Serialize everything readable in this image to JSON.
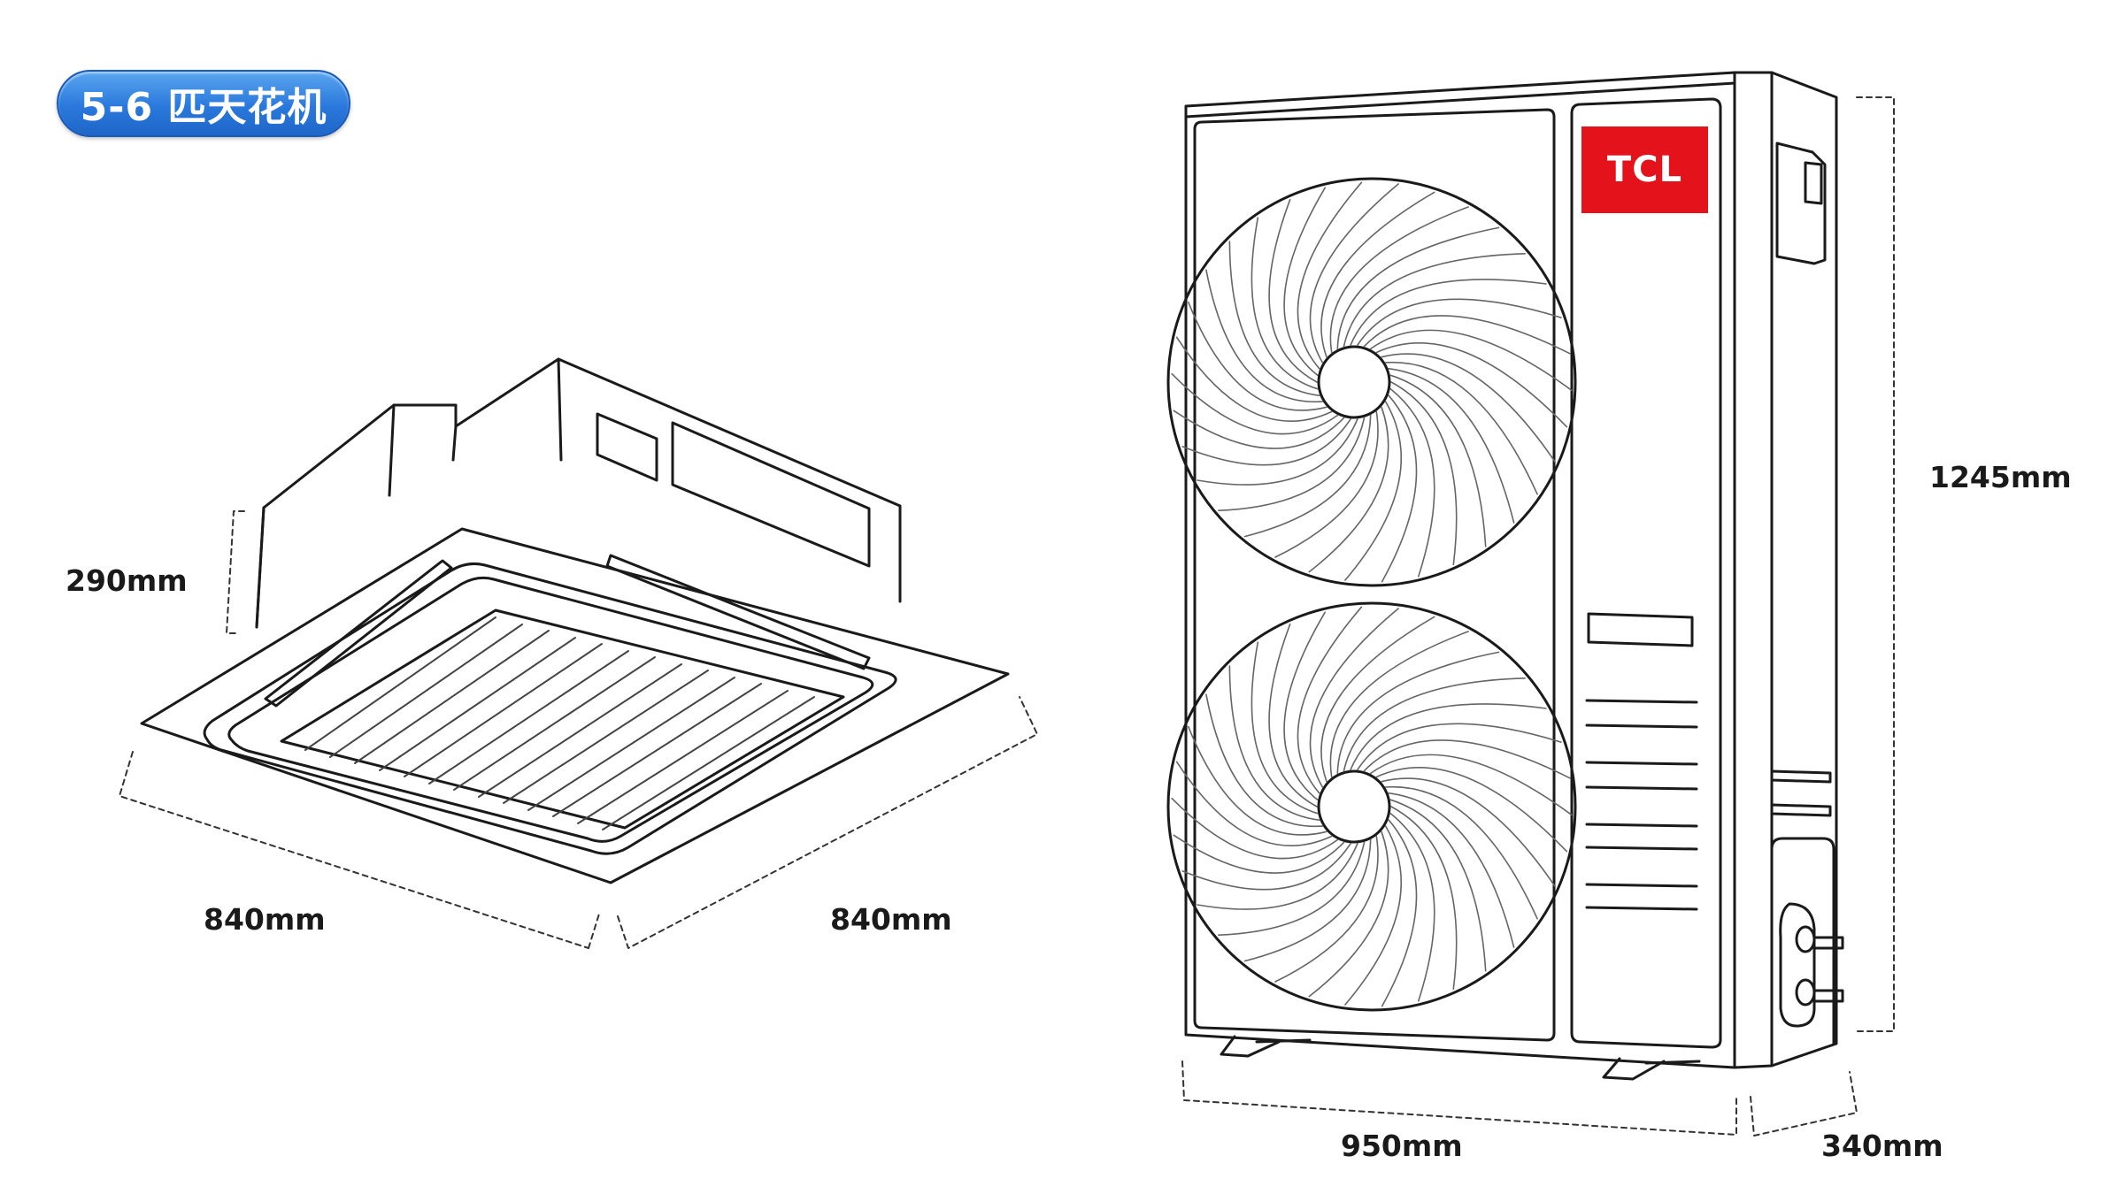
{
  "badge": {
    "label": "5-6 匹天花机"
  },
  "cassette_unit": {
    "height_label": "290mm",
    "length_label": "840mm",
    "width_label": "840mm"
  },
  "outdoor_unit": {
    "brand": "TCL",
    "height_label": "1245mm",
    "width_label": "950mm",
    "depth_label": "340mm"
  },
  "colors": {
    "badge": "#2a78dc",
    "brand_red": "#e4131b",
    "line": "#1a1a1a"
  }
}
